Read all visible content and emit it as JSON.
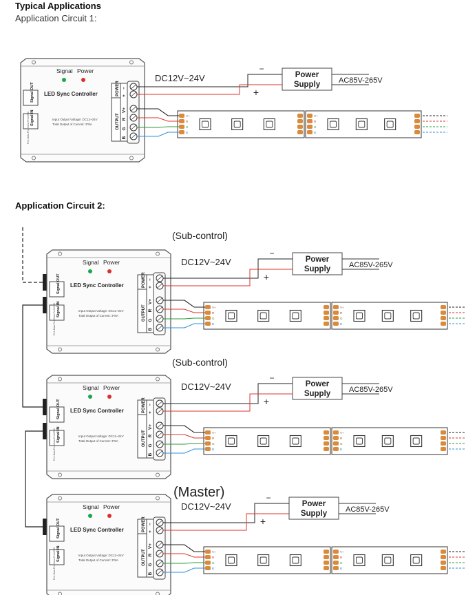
{
  "page": {
    "heading": "Typical Applications",
    "circuit1_label": "Application Circuit 1:",
    "circuit2_label": "Application Circuit 2:"
  },
  "controller": {
    "name": "LED Sync Controller",
    "signal_label": "Signal",
    "power_label": "Power",
    "signal_out": "Signal OUT",
    "signal_in": "Signal IN",
    "spec_line1": "Input Output Voltage: DC12~24V",
    "spec_line2": "Total Output of Current: 3*8A",
    "pin_labels": "Pin1:Data Pin2:Data Pin3:GND",
    "power_terminal": "POWER",
    "output_terminal": "OUTPUT",
    "terminal_minus": "−",
    "terminal_plus": "+",
    "terminal_v": "V+",
    "terminal_r": "R",
    "terminal_g": "G",
    "terminal_b": "B"
  },
  "strip": {
    "pad_v": "V+",
    "pad_r": "R",
    "pad_g": "G",
    "pad_b": "B"
  },
  "wiring": {
    "voltage": "DC12V~24V",
    "supply_line1": "Power",
    "supply_line2": "Supply",
    "ac_input": "AC85V-265V",
    "minus": "−",
    "plus": "+",
    "sub_control": "(Sub-control)",
    "master": "(Master)"
  },
  "colors": {
    "red": "#d9342b",
    "green": "#2a9a3a",
    "blue": "#2f8fd8",
    "led_green": "#1aa64a",
    "led_red": "#d8302a",
    "pad_orange": "#d98a3a"
  }
}
